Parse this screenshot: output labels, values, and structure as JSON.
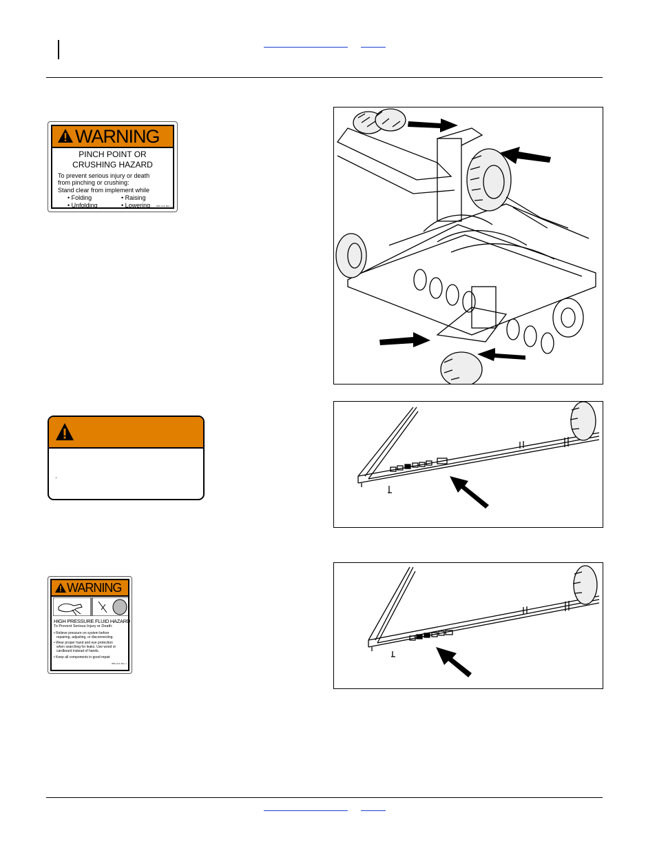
{
  "decals": {
    "pinch": {
      "header": "WARNING",
      "title_line1": "PINCH POINT OR",
      "title_line2": "CRUSHING HAZARD",
      "body_line1": "To prevent serious injury or death",
      "body_line2": "from pinching or crushing:",
      "body_line3": "Stand clear from implement while",
      "items": [
        "• Folding",
        "• Raising",
        "• Unfolding",
        "• Lowering"
      ],
      "part_no": "818-xxxC Rev. x"
    },
    "blank": {
      "bullet": "."
    },
    "fluid": {
      "header": "WARNING",
      "title": "HIGH PRESSURE FLUID HAZARD",
      "subtitle": "To Prevent Serious Injury or Death:",
      "items": [
        "• Relieve pressure on system before",
        "repairing, adjusting, or disconnecting.",
        "• Wear proper hand and eye protection",
        "when searching for leaks. Use wood or",
        "cardboard instead of hands.",
        "• Keep all components in good repair."
      ],
      "part_no": "818-xxxC Rev. x"
    }
  },
  "colors": {
    "safety_orange": "#e07f00",
    "link_blue": "#1a3fd0"
  }
}
